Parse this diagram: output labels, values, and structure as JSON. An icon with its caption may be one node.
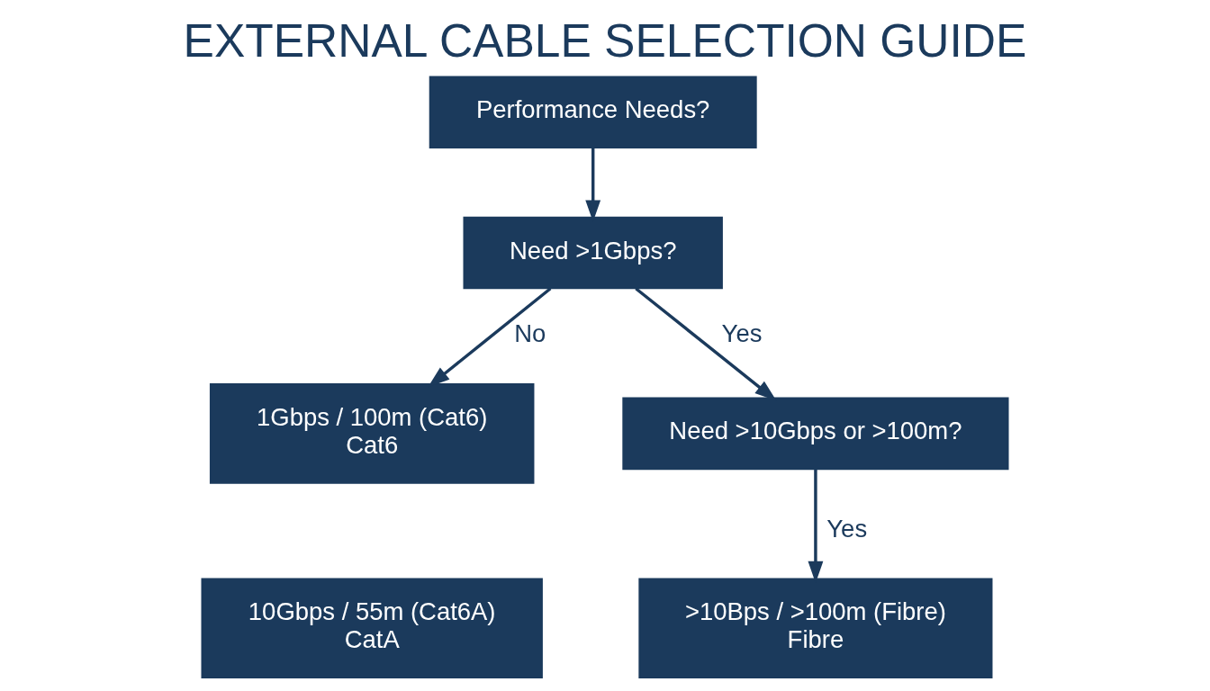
{
  "diagram": {
    "title": "EXTERNAL CABLE SELECTION GUIDE",
    "nodes": [
      {
        "text": [
          "Performance Needs?"
        ]
      },
      {
        "text": [
          "Need >1Gbps?"
        ]
      },
      {
        "text": [
          "1Gbps / 100m (Cat6)",
          "Cat6"
        ]
      },
      {
        "text": [
          "10Gbps / 55m (Cat6A)",
          "CatA"
        ]
      },
      {
        "text": [
          "Need >10Gbps or >100m?"
        ]
      },
      {
        "text": [
          ">10Bps / >100m (Fibre)",
          "Fibre"
        ]
      }
    ],
    "edges": [
      {
        "from": 0,
        "to": 1,
        "arrow": "to"
      },
      {
        "from": 1,
        "to": 2,
        "arrow": "to",
        "label": "No"
      },
      {
        "from": 1,
        "to": 4,
        "arrow": "to",
        "label": "Yes"
      },
      {
        "from": 4,
        "to": 5,
        "arrow": "to",
        "label": "Yes"
      }
    ]
  }
}
